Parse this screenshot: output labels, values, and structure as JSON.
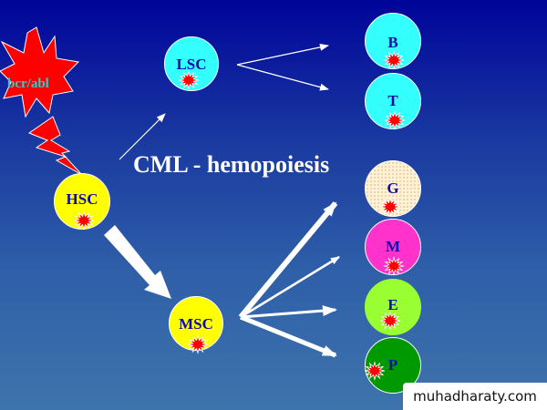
{
  "title": "CML - hemopoiesis",
  "mutation_label": "bcr/abl",
  "cells": {
    "hsc": {
      "label": "HSC",
      "color": "#ffff00"
    },
    "lsc": {
      "label": "LSC",
      "color": "#33ffff"
    },
    "msc": {
      "label": "MSC",
      "color": "#ffff00"
    },
    "b": {
      "label": "B",
      "color": "#33ffff"
    },
    "t": {
      "label": "T",
      "color": "#33ffff"
    },
    "g": {
      "label": "G",
      "color": "#fff2d0"
    },
    "m": {
      "label": "M",
      "color": "#ff33cc"
    },
    "e": {
      "label": "E",
      "color": "#99ff33"
    },
    "p": {
      "label": "P",
      "color": "#009900"
    }
  },
  "colors": {
    "mutation_star": "#ff0000",
    "arrow": "#ffffff",
    "label_text": "#0a0ab0"
  },
  "watermark": "muhadharaty.com"
}
